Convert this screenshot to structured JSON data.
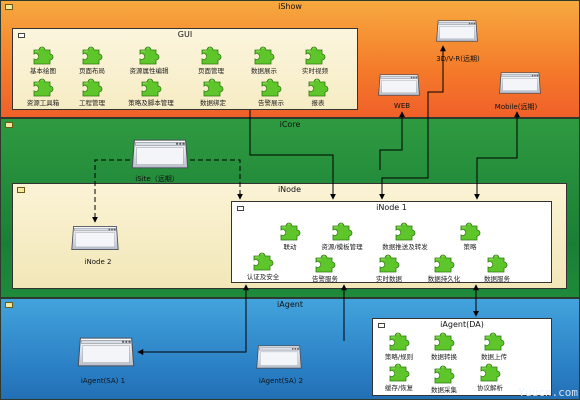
{
  "bands": {
    "ishow": {
      "title": "iShow"
    },
    "icore": {
      "title": "iCore"
    },
    "iagent": {
      "title": "iAgent"
    }
  },
  "colors": {
    "ishow_bg": "#f58a2f",
    "icore_bg": "#1f8c3d",
    "iagent_bg": "#2a83c8",
    "package_bg": "#f9f1cf",
    "puzzle_green": "#5ec62a"
  },
  "gui": {
    "title": "GUI",
    "modules": [
      "基本绘图",
      "页面布局",
      "资源属性编辑",
      "页面管理",
      "数据展示",
      "实时视频",
      "资源工具箱",
      "工程管理",
      "策略及脚本管理",
      "数据绑定",
      "告警展示",
      "报表"
    ]
  },
  "clients": {
    "web": "WEB",
    "threed": "3D/V-R(远期)",
    "mobile": "Mobile(远期)"
  },
  "isite": {
    "label": "iSite（远期）"
  },
  "inode": {
    "title": "iNode",
    "inode2": "iNode 2"
  },
  "inode1": {
    "title": "iNode 1",
    "modules": [
      "联动",
      "资源/模板管理",
      "数据推送及转发",
      "策略",
      "认证及安全",
      "告警服务",
      "实时数据",
      "数据持久化",
      "数据服务"
    ]
  },
  "agents": {
    "sa1": "iAgent(SA) 1",
    "sa2": "iAgent(SA) 2",
    "da": {
      "title": "iAgent(DA)",
      "modules": [
        "策略/规则",
        "数据转换",
        "数据上传",
        "缓存/恢复",
        "数据采集",
        "协议解析"
      ]
    }
  },
  "watermark": "Yuucn.com"
}
